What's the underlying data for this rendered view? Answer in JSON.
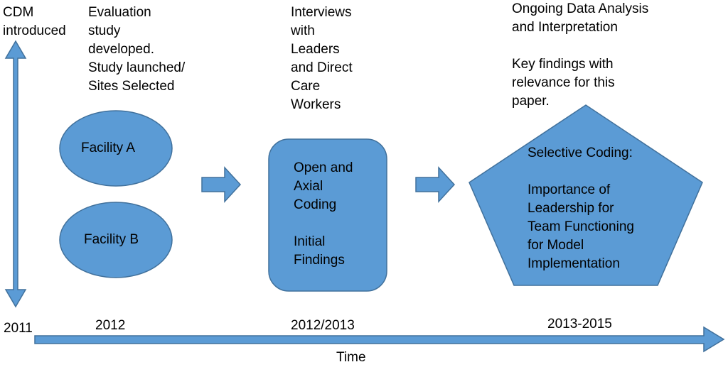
{
  "colors": {
    "fill": "#5b9bd5",
    "stroke": "#41719c",
    "text": "#000000"
  },
  "timeline": {
    "axis_label": "Time",
    "years": [
      "2011",
      "2012",
      "2012/2013",
      "2013-2015"
    ]
  },
  "stage0": {
    "text": "CDM\nintroduced"
  },
  "stage1": {
    "text": "Evaluation\nstudy\ndeveloped.\nStudy launched/\nSites Selected",
    "facility_a": "Facility A",
    "facility_b": "Facility B"
  },
  "stage2": {
    "text": "Interviews\nwith\nLeaders\nand Direct\nCare\nWorkers",
    "box_text": "Open and\nAxial\nCoding\n\nInitial\nFindings"
  },
  "stage3": {
    "text": "Ongoing Data Analysis\nand Interpretation\n\nKey findings with\nrelevance for this\npaper.",
    "pentagon_text": "Selective Coding:\n\nImportance of\nLeadership for\nTeam Functioning\nfor Model\nImplementation"
  }
}
